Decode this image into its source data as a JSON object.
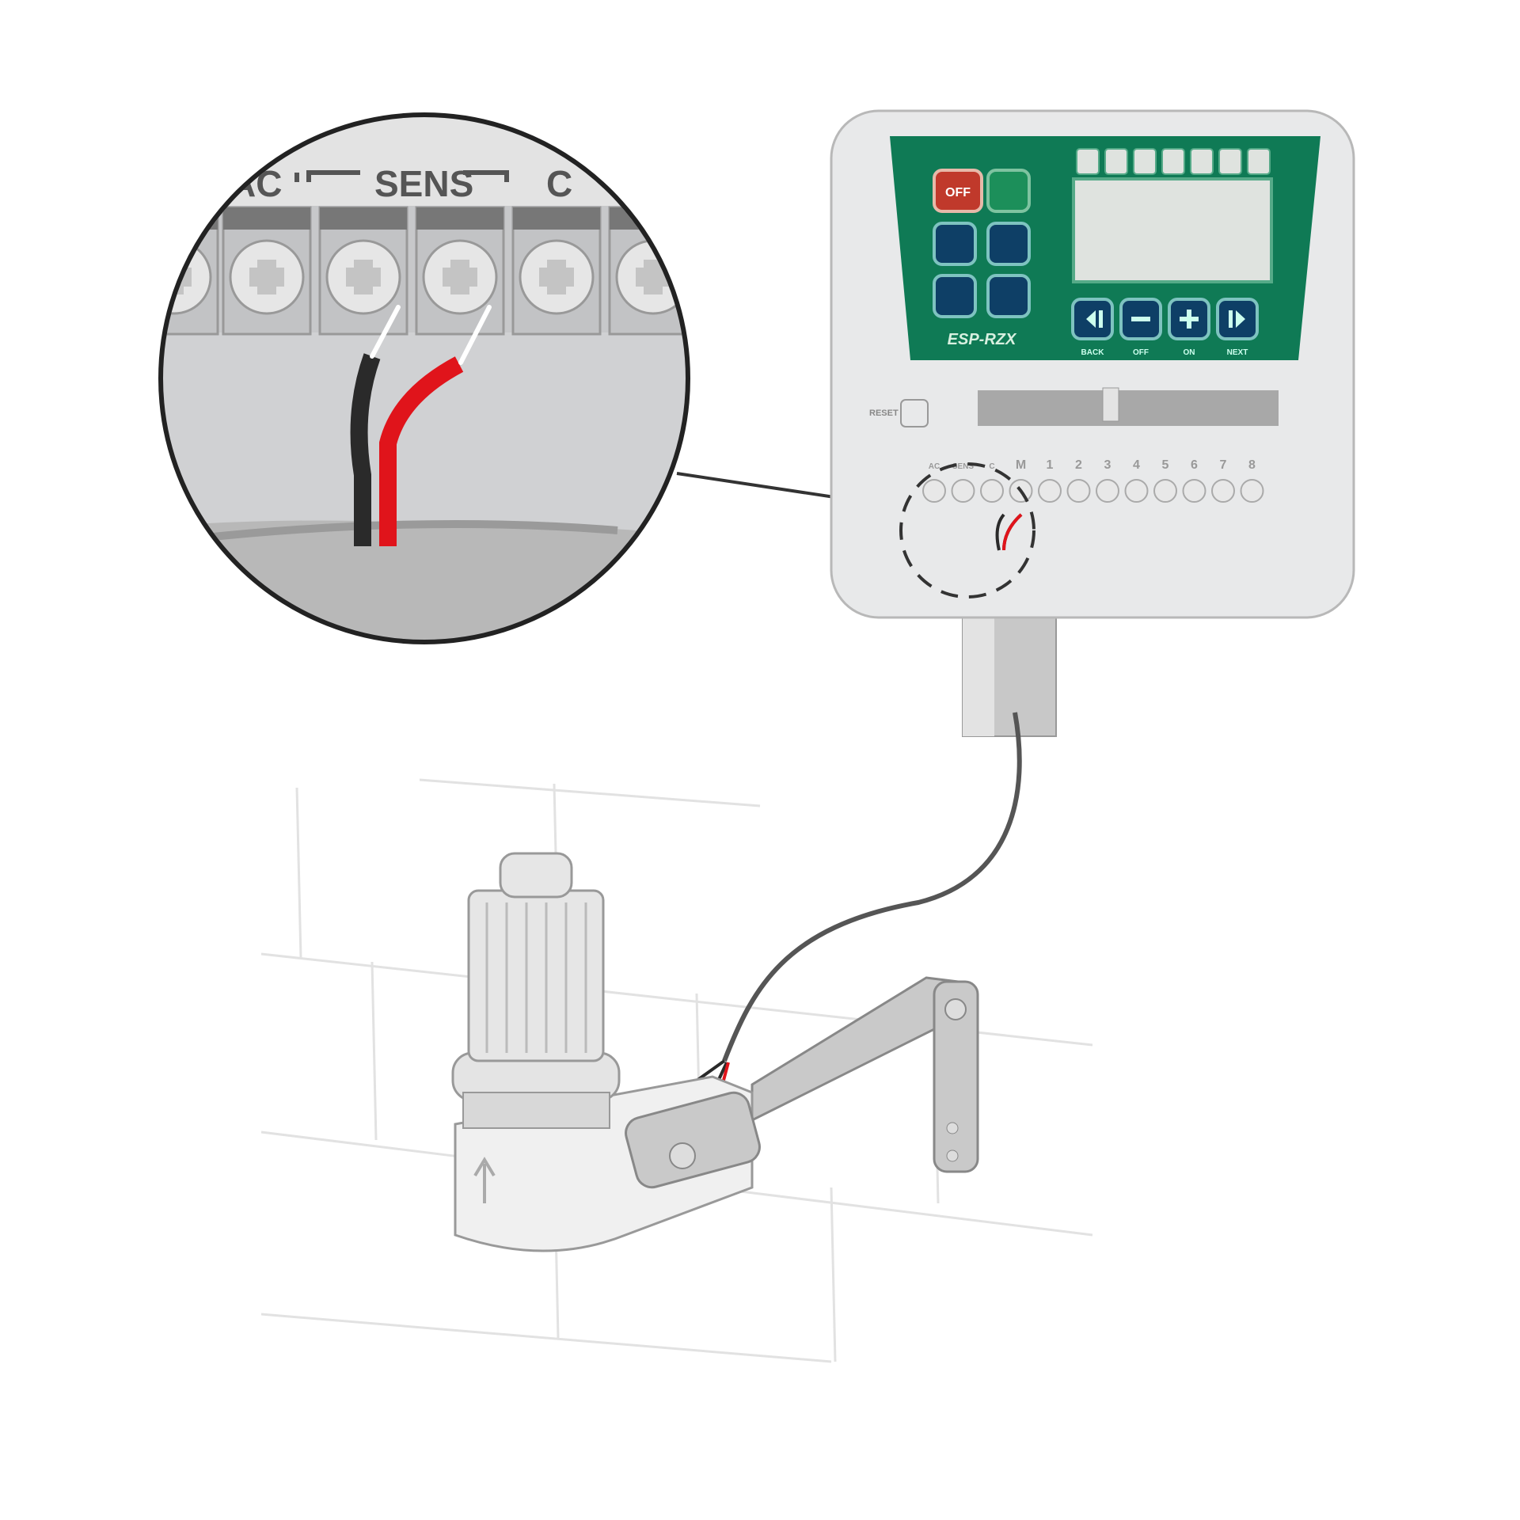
{
  "inset": {
    "terminal_labels": [
      "AC",
      "SENS",
      "C"
    ],
    "wire_colors": {
      "black": "#2a2a2a",
      "red": "#e0141b"
    }
  },
  "controller": {
    "model": "ESP-RZX",
    "off_button": "OFF",
    "nav_buttons": [
      "BACK",
      "OFF",
      "ON",
      "NEXT"
    ],
    "reset_label": "RESET",
    "terminals": [
      "AC",
      "SENS",
      "C",
      "M",
      "1",
      "2",
      "3",
      "4",
      "5",
      "6",
      "7",
      "8"
    ],
    "panel_color": "#0f7a55"
  }
}
